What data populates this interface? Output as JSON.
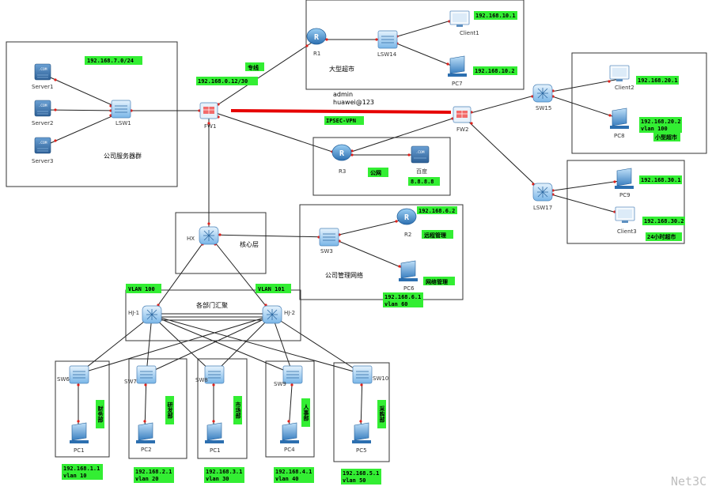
{
  "colors": {
    "link": "#222222",
    "vpn_link": "#e60000",
    "label_bg": "#33ee33",
    "device_blue": "#3a7fc0",
    "switch_blue": "#7ab6e8",
    "box_border": "#333333"
  },
  "devices": {
    "server1": "Server1",
    "server2": "Server2",
    "server3": "Server3",
    "lsw1": "LSW1",
    "fw1": "FW1",
    "r1": "R1",
    "lsw14": "LSW14",
    "client1": "Client1",
    "pc7": "PC7",
    "r3": "R3",
    "baidu": "百度",
    "fw2": "FW2",
    "sw15": "SW15",
    "client2": "Client2",
    "pc8": "PC8",
    "lsw17": "LSW17",
    "pc9": "PC9",
    "client3": "Client3",
    "hx": "HX",
    "sw3": "SW3",
    "r2": "R2",
    "pc6": "PC6",
    "hj1": "HJ-1",
    "hj2": "HJ-2",
    "sw6": "SW6",
    "sw7": "SW7",
    "sw8": "SW8",
    "sw9": "SW9",
    "sw10": "SW10",
    "pc1a": "PC1",
    "pc2": "PC2",
    "pc1b": "PC1",
    "pc4": "PC4",
    "pc5": "PC5",
    "server_icon_text": ".COM"
  },
  "labels": {
    "net_7": "192.168.7.0/24",
    "dedicated": "专线",
    "net_0_12": "192.168.0.12/30",
    "ip_10_1": "192.168.10.1",
    "ip_10_2": "192.168.10.2",
    "ip_20_1": "192.168.20.1",
    "ip_20_2": "192.168.20.2",
    "vlan100_small": "vlan 100",
    "ip_30_1": "192.168.30.1",
    "ip_30_2": "192.168.30.2",
    "public_net": "公网",
    "dns": "8.8.8.8",
    "ip_6_2": "192.168.6.2",
    "ip_6_1": "192.168.6.1",
    "vlan60": "vlan 60",
    "vlan100_big": "VLAN 100",
    "vlan101_big": "VLAN 101",
    "ip_1_1": "192.168.1.1",
    "vlan10": "vlan 10",
    "ip_2_1": "192.168.2.1",
    "vlan20": "vlan 20",
    "ip_3_1": "192.168.3.1",
    "vlan30": "vlan 30",
    "ip_4_1": "192.168.4.1",
    "vlan40": "vlan 40",
    "ip_5_1": "192.168.5.1",
    "vlan50": "vlan 50",
    "network_mgmt": "网络管理",
    "remote_mgmt": "远程管理",
    "dept1": "财务部",
    "dept2": "研发部",
    "dept3": "市场部",
    "dept4": "人事部",
    "dept5": "采购部"
  },
  "notes": {
    "server_group": "公司服务器群",
    "big_supermarket": "大型超市",
    "admin_user": "admin",
    "admin_pass": "huawei@123",
    "ipsec": "IPSEC-VPN",
    "small_supermarket": "小型超市",
    "store_24h": "24小时超市",
    "core_layer": "核心层",
    "mgmt_network": "公司管理网络",
    "agg_layer": "各部门汇聚"
  },
  "watermark": "Net3C"
}
